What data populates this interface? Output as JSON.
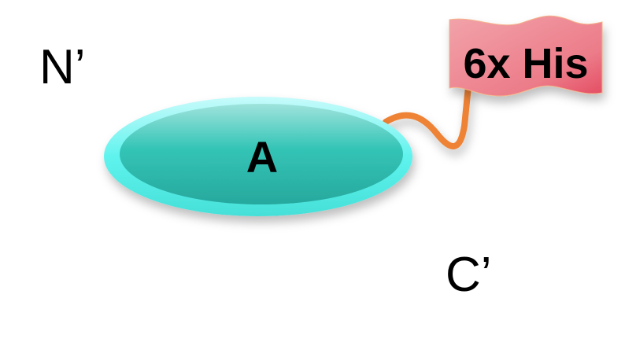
{
  "labels": {
    "n_terminus": "N’",
    "c_terminus": "C’",
    "domain": "A",
    "tag": "6x His"
  },
  "colors": {
    "domain_fill": "#2fc0b3",
    "domain_rim": "#5ef2ec",
    "linker": "#ee8234",
    "tag_fill": "#ef8a96"
  }
}
